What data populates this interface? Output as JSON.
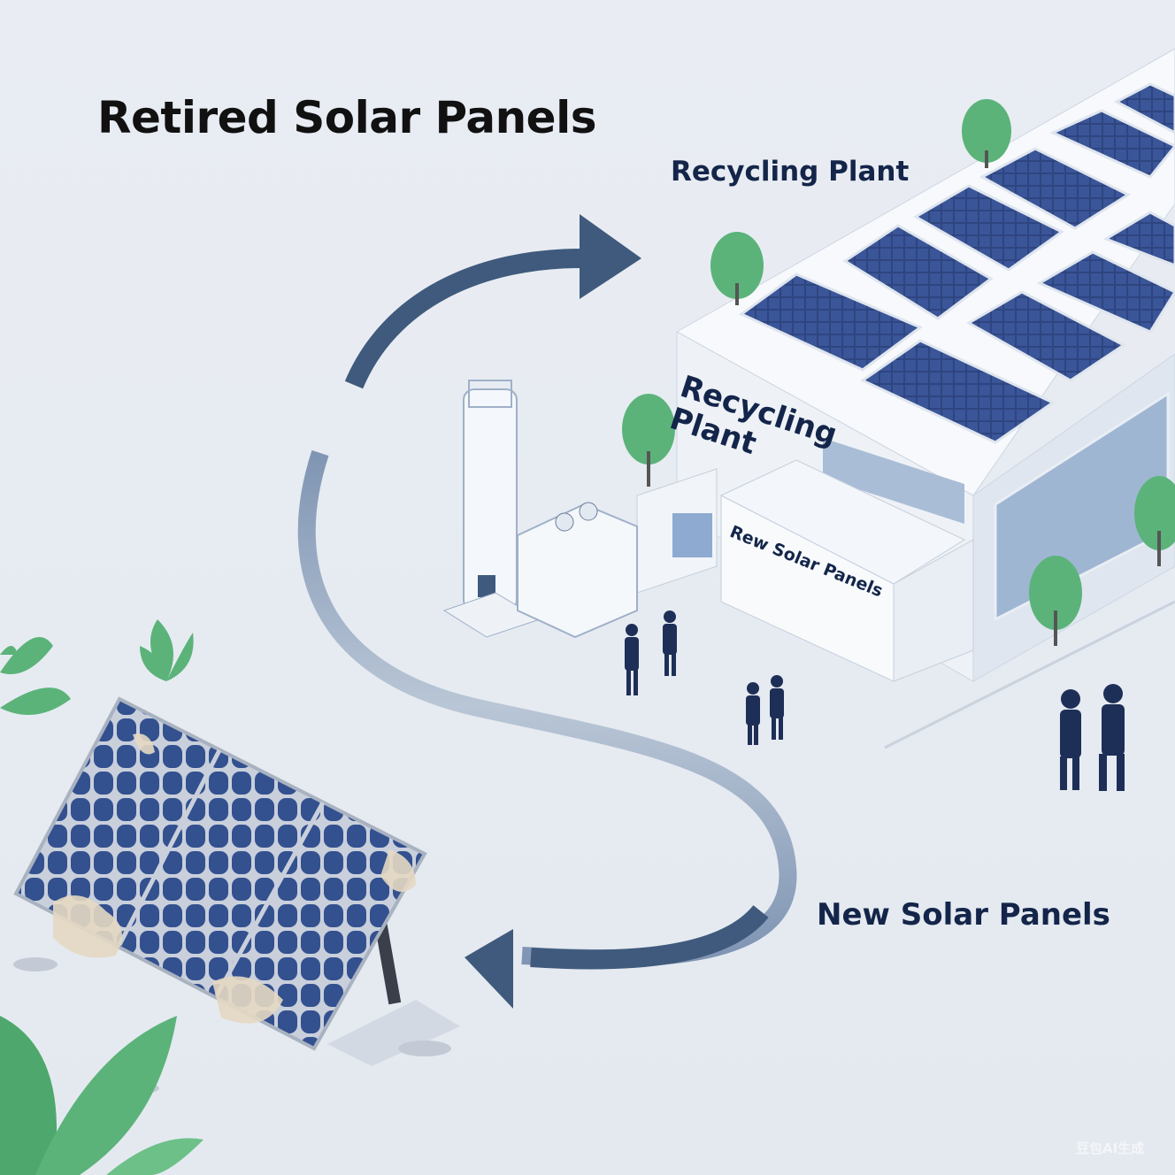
{
  "title": "Retired Solar Panels",
  "labels": {
    "recycling_plant": "Recycling Plant",
    "new_solar_panels": "New Solar Panels"
  },
  "building_signs": {
    "plant_line1": "Recycling",
    "plant_line2": "Plant",
    "panels_sign": "Rew Solar Panels"
  },
  "watermark": "豆包AI生成",
  "colors": {
    "background": "#e6ebf1",
    "arrow": "#3f5a7c",
    "panel": "#2f4682",
    "tree": "#5bb37a",
    "text": "#14254a"
  }
}
